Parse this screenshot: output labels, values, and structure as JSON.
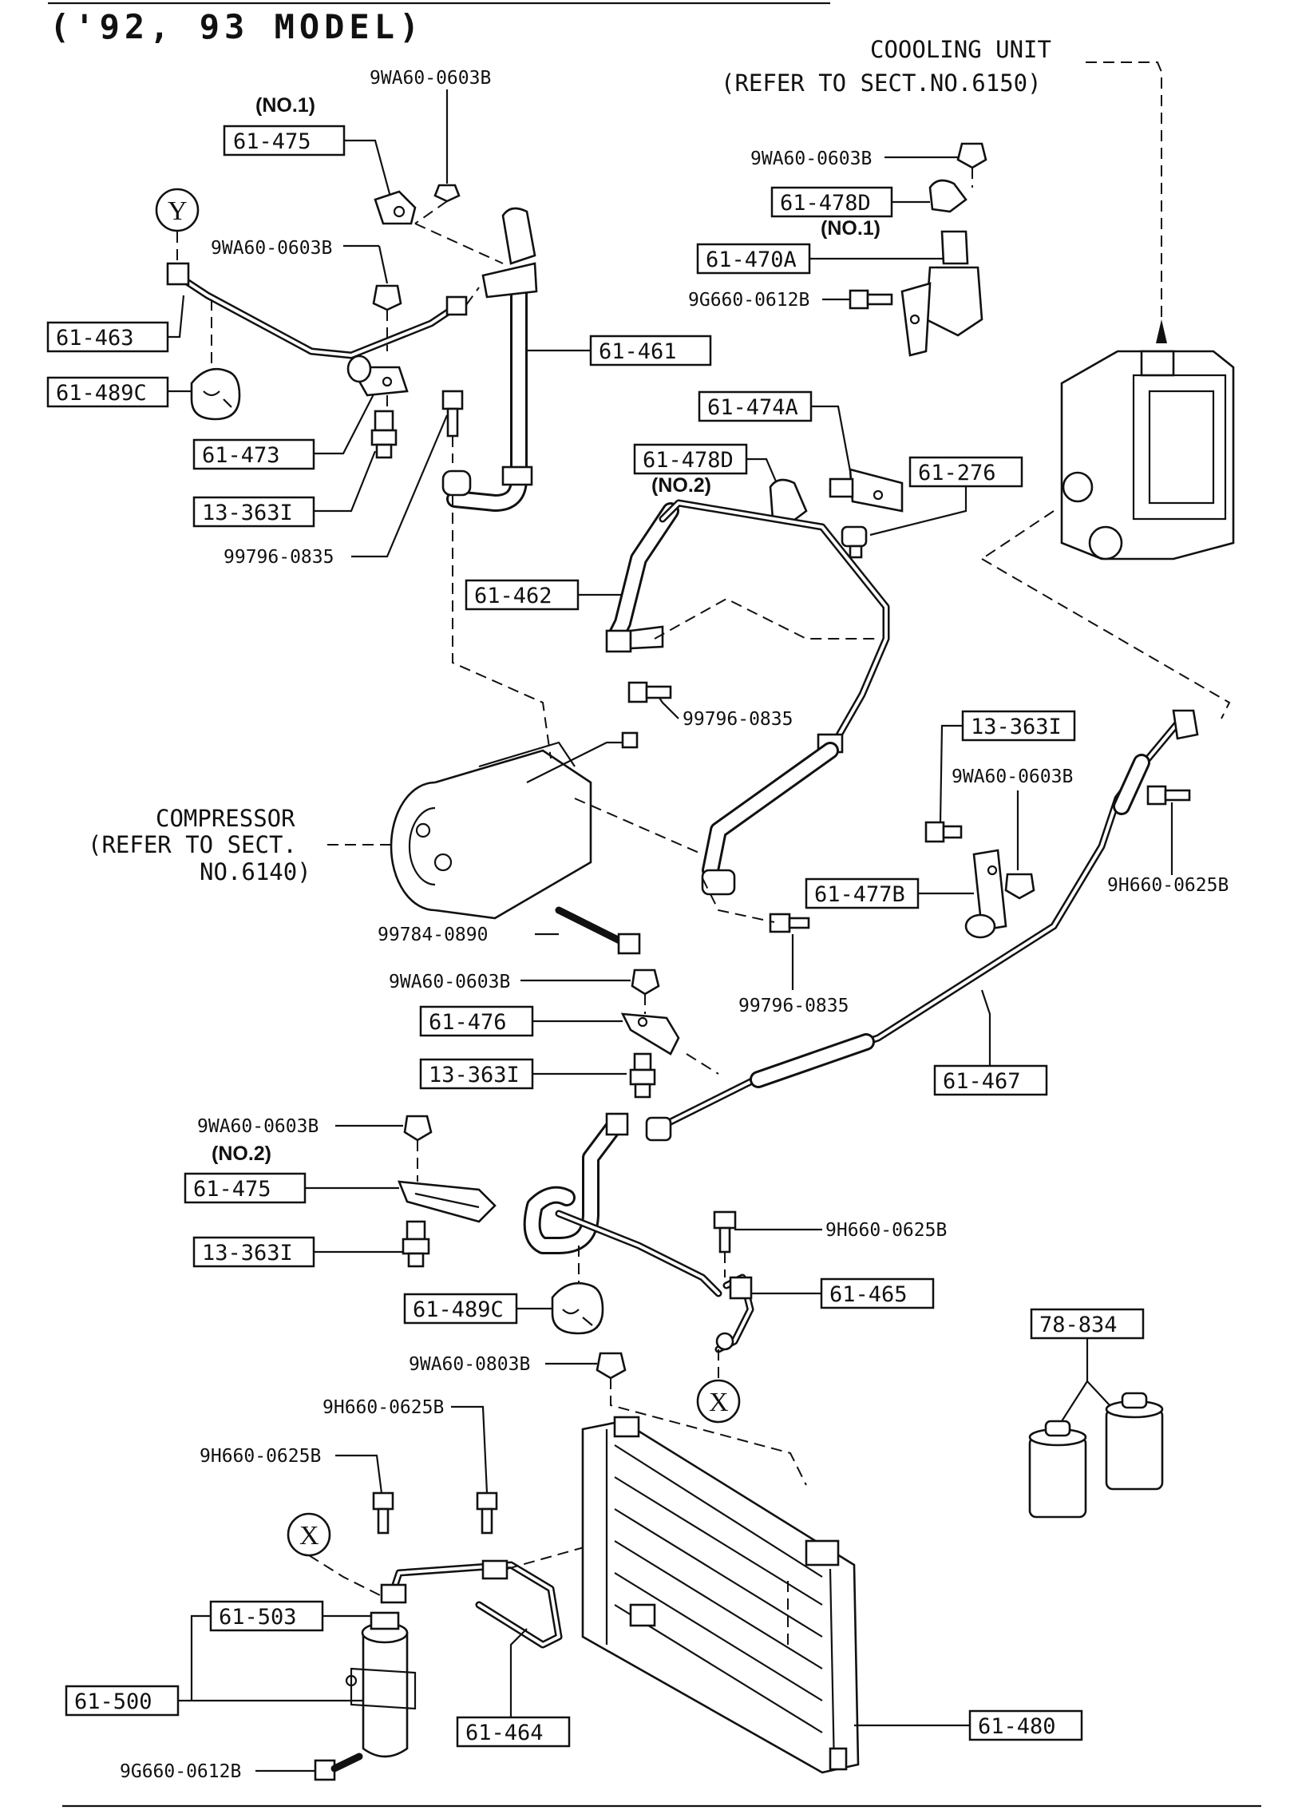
{
  "title": "('92, 93 MODEL)",
  "notes": {
    "cooling_unit_1": "COOOLING UNIT",
    "cooling_unit_2": "(REFER TO SECT.NO.6150)",
    "compressor_1": "COMPRESSOR",
    "compressor_2": "(REFER TO SECT.",
    "compressor_3": "NO.6140)"
  },
  "connectors": {
    "y": "Y",
    "x": "X"
  },
  "parts": {
    "p61_475_no1": "61-475",
    "no1_a": "(NO.1)",
    "p61_463": "61-463",
    "p61_489c_top": "61-489C",
    "p61_473": "61-473",
    "p13_363i_a": "13-363I",
    "p61_461": "61-461",
    "p61_478d_no1": "61-478D",
    "no1_b": "(NO.1)",
    "p61_470a": "61-470A",
    "p61_474a": "61-474A",
    "p61_478d_no2": "61-478D",
    "no2_a": "(NO.2)",
    "p61_276": "61-276",
    "p61_462": "61-462",
    "p13_363i_b": "13-363I",
    "p61_477b": "61-477B",
    "p61_476": "61-476",
    "p13_363i_c": "13-363I",
    "p61_467": "61-467",
    "p61_475_no2": "61-475",
    "no2_b": "(NO.2)",
    "p13_363i_d": "13-363I",
    "p61_489c_bot": "61-489C",
    "p61_465": "61-465",
    "p78_834": "78-834",
    "p61_503": "61-503",
    "p61_500": "61-500",
    "p61_464": "61-464",
    "p61_480": "61-480"
  },
  "fasteners": {
    "f1": "9WA60-0603B",
    "f2": "9WA60-0603B",
    "f3": "99796-0835",
    "f4": "9WA60-0603B",
    "f5": "9G660-0612B",
    "f6": "99796-0835",
    "f7": "9WA60-0603B",
    "f8": "9H660-0625B",
    "f9": "99784-0890",
    "f10": "99796-0835",
    "f11": "9WA60-0603B",
    "f12": "9WA60-0603B",
    "f13": "9H660-0625B",
    "f14": "9WA60-0803B",
    "f15": "9H660-0625B",
    "f16": "9H660-0625B",
    "f17": "9G660-0612B"
  }
}
